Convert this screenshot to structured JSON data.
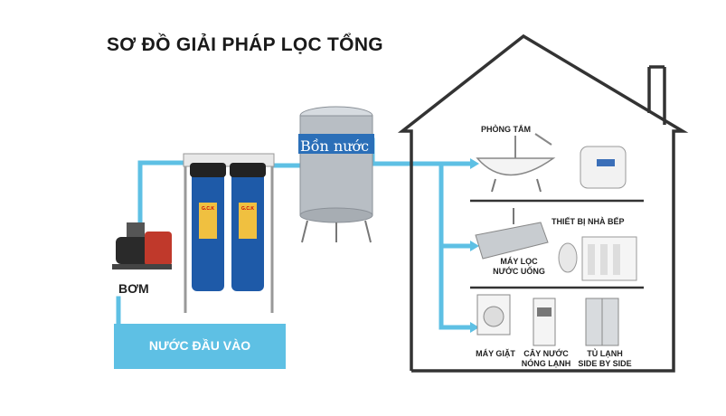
{
  "title": "SƠ ĐỒ GIẢI PHÁP LỌC TỔNG",
  "tank_label": "Bồn nước",
  "pump_label": "BƠM",
  "inlet_label": "NƯỚC ĐẦU VÀO",
  "filter_brand": "G.C.K",
  "rooms": {
    "bathroom": "PHÒNG TẮM",
    "kitchen": "THIẾT BỊ NHÀ BẾP",
    "ro_filter": "MÁY LỌC\nNƯỚC UỐNG",
    "washer": "MÁY GIẶT",
    "dispenser": "CÂY NƯỚC\nNÓNG LẠNH",
    "fridge": "TỦ LẠNH\nSIDE BY SIDE"
  },
  "colors": {
    "pipe": "#5ec0e4",
    "house_outline": "#333333",
    "filter_blue": "#1e5aa8",
    "steel": "#b8bec4"
  }
}
